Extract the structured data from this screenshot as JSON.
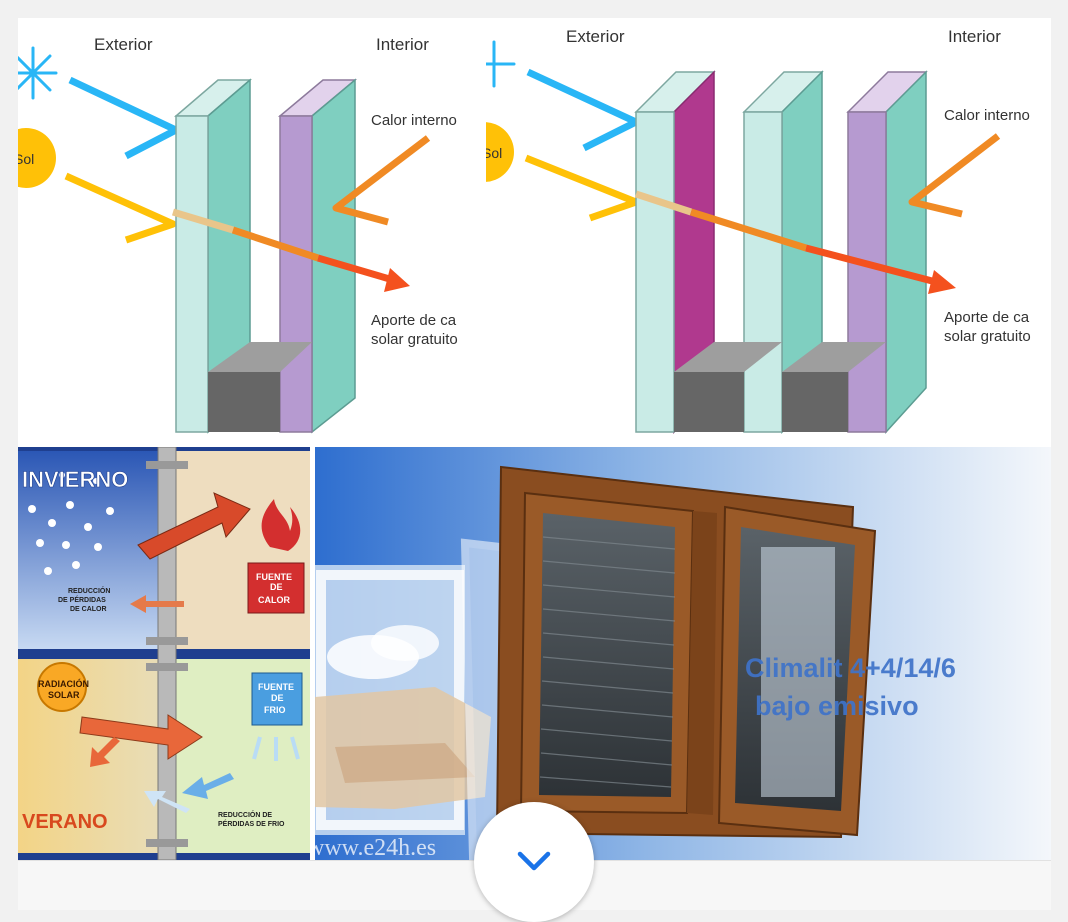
{
  "images": [
    {
      "alt": "Double glazing heat diagram",
      "labels": {
        "exterior": "Exterior",
        "interior": "Interior",
        "sun": "Sol",
        "internal_heat": "Calor interno",
        "gain_line1": "Aporte de ca",
        "gain_line2": "solar gratuito"
      }
    },
    {
      "alt": "Triple glazing heat diagram",
      "labels": {
        "exterior": "Exterior",
        "interior": "Interior",
        "sun": "Sol",
        "internal_heat": "Calor interno",
        "gain_line1": "Aporte de ca",
        "gain_line2": "solar gratuito"
      }
    },
    {
      "alt": "Winter and summer insulation diagram",
      "labels": {
        "winter": "INVIERNO",
        "heat_loss_line1": "REDUCCIÓN",
        "heat_loss_line2": "DE PÉRDIDAS",
        "heat_loss_line3": "DE CALOR",
        "heat_source_line1": "FUENTE",
        "heat_source_line2": "DE",
        "heat_source_line3": "CALOR",
        "solar_line1": "RADIACIÓN",
        "solar_line2": "SOLAR",
        "cold_source_line1": "FUENTE",
        "cold_source_line2": "DE",
        "cold_source_line3": "FRIO",
        "summer": "VERANO",
        "cold_loss_line1": "REDUCCIÓN DE",
        "cold_loss_line2": "PÉRDIDAS DE FRIO"
      }
    },
    {
      "alt": "Wooden tilt-and-turn window",
      "labels": {
        "product_line1": "Climalit 4+4/14/6",
        "product_line2": "bajo emisivo",
        "watermark": "www.e24h.es"
      }
    }
  ],
  "expand_button": {
    "icon": "chevron-down-icon",
    "color": "#1a73e8"
  },
  "colors": {
    "page_bg": "#f1f1f1",
    "card_bg": "#ffffff",
    "accent": "#1a73e8"
  }
}
